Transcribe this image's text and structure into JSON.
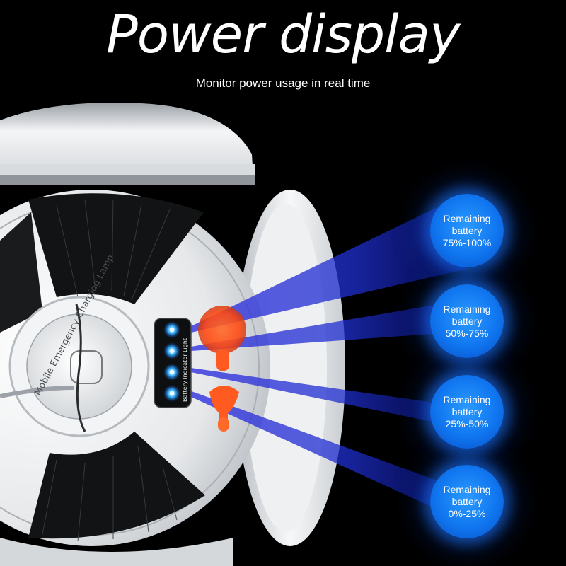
{
  "headline": "Power display",
  "subline": "Monitor power usage in real time",
  "device": {
    "label_ring_text": "Mobile Emergency Charging Lamp",
    "indicator_panel_text": "Battery Indicator Light"
  },
  "badges": [
    {
      "line1": "Remaining",
      "line2": "battery",
      "range": "75%-100%"
    },
    {
      "line1": "Remaining",
      "line2": "battery",
      "range": "50%-75%"
    },
    {
      "line1": "Remaining",
      "line2": "battery",
      "range": "25%-50%"
    },
    {
      "line1": "Remaining",
      "line2": "battery",
      "range": "0%-25%"
    }
  ],
  "colors": {
    "background": "#000000",
    "badge_blue": "#1076f0",
    "beam_blue": "#1a2fd0",
    "led_blue": "#29a8ff",
    "orange": "#ff5a1f",
    "lamp_white": "#e9ecef"
  }
}
